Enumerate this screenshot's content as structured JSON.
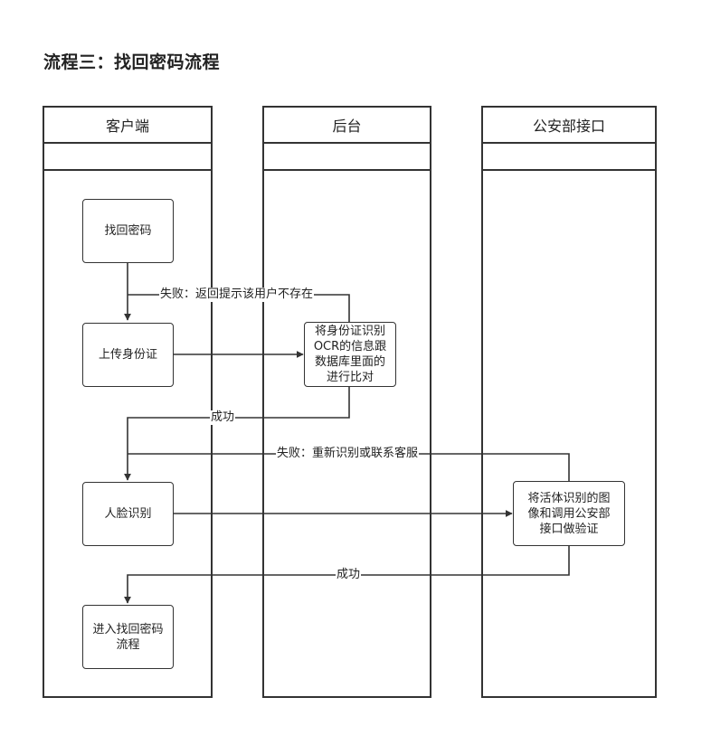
{
  "title": "流程三：找回密码流程",
  "lanes": [
    {
      "label": "客户端"
    },
    {
      "label": "后台"
    },
    {
      "label": "公安部接口"
    }
  ],
  "nodes": {
    "find_password": "找回密码",
    "upload_id": "上传身份证",
    "compare": "将身份证识别\nOCR的信息跟\n数据库里面的\n进行比对",
    "face_recognition": "人脸识别",
    "verify": "将活体识别的图\n像和调用公安部\n接口做验证",
    "enter_flow": "进入找回密码\n流程"
  },
  "edges": {
    "fail_user_not_exist": "失败：返回提示该用户不存在",
    "success_1": "成功",
    "fail_reidentify": "失败：重新识别或联系客服",
    "success_2": "成功"
  },
  "colors": {
    "stroke": "#333333",
    "background": "#ffffff",
    "text": "#222222"
  }
}
